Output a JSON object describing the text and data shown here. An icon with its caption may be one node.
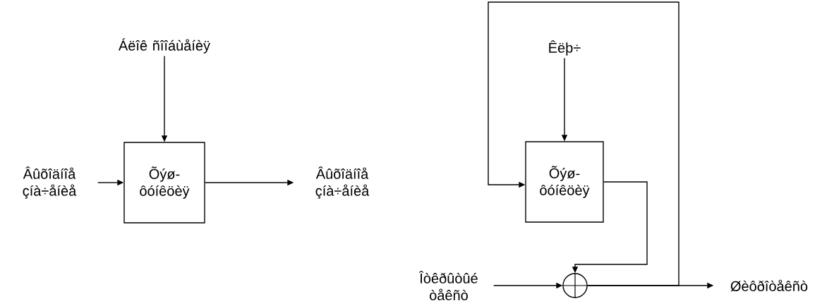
{
  "diagram": {
    "nodes": [
      {
        "text": [
          "Áëîê ñîîáùåíèÿ"
        ]
      },
      {
        "text": [
          "Õýø-ôóíêöèÿ"
        ]
      },
      {
        "text": [
          "Âûõîäíîå çíà÷åíèå"
        ]
      },
      {
        "text": [
          "Âûõîäíîå çíà÷åíèå"
        ]
      },
      {
        "text": [
          "Êëþ÷"
        ]
      },
      {
        "text": [
          "Õýø-ôóíêöèÿ"
        ]
      },
      {
        "text": [],
        "shape": "circle"
      },
      {
        "text": [
          "Îòêðûòûé òåêñò"
        ]
      },
      {
        "text": [
          "Øèôðîòåêñò"
        ]
      }
    ],
    "edges": [
      {
        "from": 0,
        "to": 1,
        "arrow": "to"
      },
      {
        "from": 2,
        "to": 1,
        "arrow": "to"
      },
      {
        "from": 1,
        "to": 3,
        "arrow": "to"
      },
      {
        "from": 4,
        "to": 5,
        "arrow": "to"
      },
      {
        "from": 5,
        "to": 6,
        "arrow": "to"
      },
      {
        "from": 7,
        "to": 6,
        "arrow": "to"
      },
      {
        "from": 6,
        "to": 8,
        "arrow": "to"
      },
      {
        "from": 6,
        "to": 5,
        "arrow": "to"
      }
    ]
  }
}
